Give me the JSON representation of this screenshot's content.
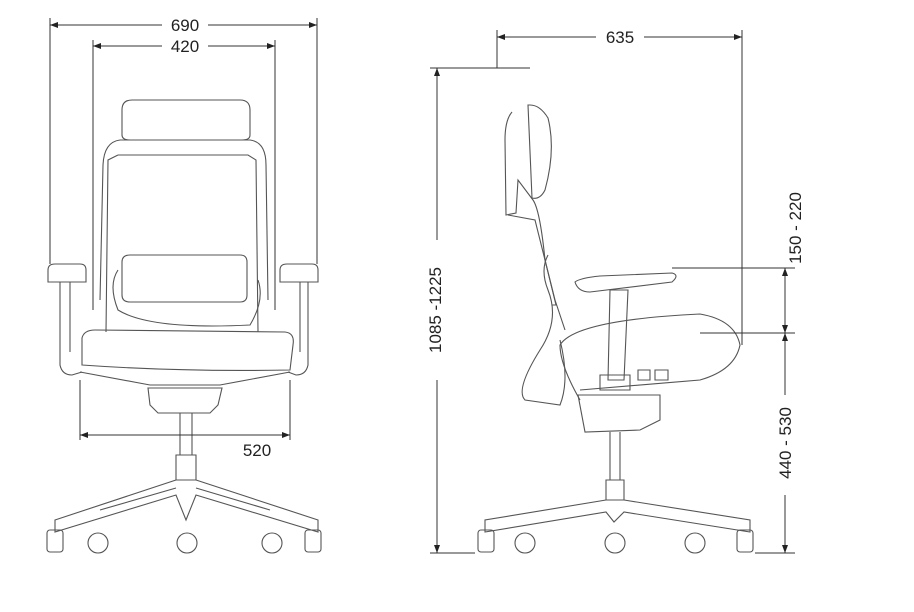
{
  "front_view": {
    "overall_width": "690",
    "back_width": "420",
    "base_width": "520"
  },
  "side_view": {
    "depth": "635",
    "total_height": "1085 -1225",
    "armrest_height": "150 - 220",
    "seat_height": "440 - 530"
  }
}
